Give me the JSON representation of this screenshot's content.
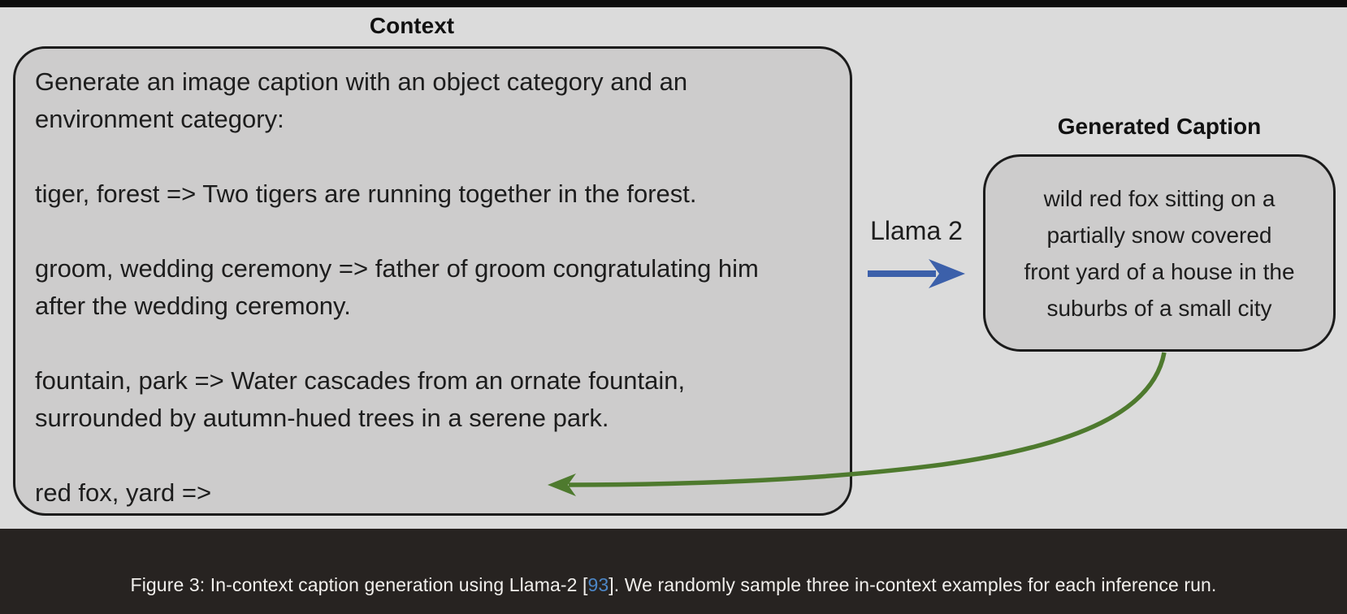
{
  "diagram": {
    "context": {
      "title": "Context",
      "text": "Generate an image caption with an object category and an\nenvironment category:\n\ntiger, forest => Two tigers are running together in the forest.\n\ngroom, wedding ceremony => father of groom congratulating him\nafter the wedding ceremony.\n\nfountain, park => Water cascades from an ornate fountain,\nsurrounded by autumn-hued trees in a serene park.\n\nred fox, yard =>"
    },
    "model_label": "Llama 2",
    "generated": {
      "title": "Generated Caption",
      "text": "wild red fox sitting on a\npartially snow covered\nfront yard of a house in the\nsuburbs of a small city"
    },
    "colors": {
      "page_background": "#dbdbdb",
      "box_fill": "#cdcccc",
      "box_border": "#1b1b1b",
      "forward_arrow_blue": "#3c60aa",
      "feedback_arrow_green": "#4e7a2e"
    }
  },
  "caption": {
    "prefix": "Figure 3: In-context caption generation using Llama-2 [",
    "citation": "93",
    "suffix": "]. We randomly sample three in-context examples for each inference run.",
    "colors": {
      "bar_background": "#272321",
      "text": "#f2f0ed",
      "citation_blue": "#4c86c6"
    }
  }
}
